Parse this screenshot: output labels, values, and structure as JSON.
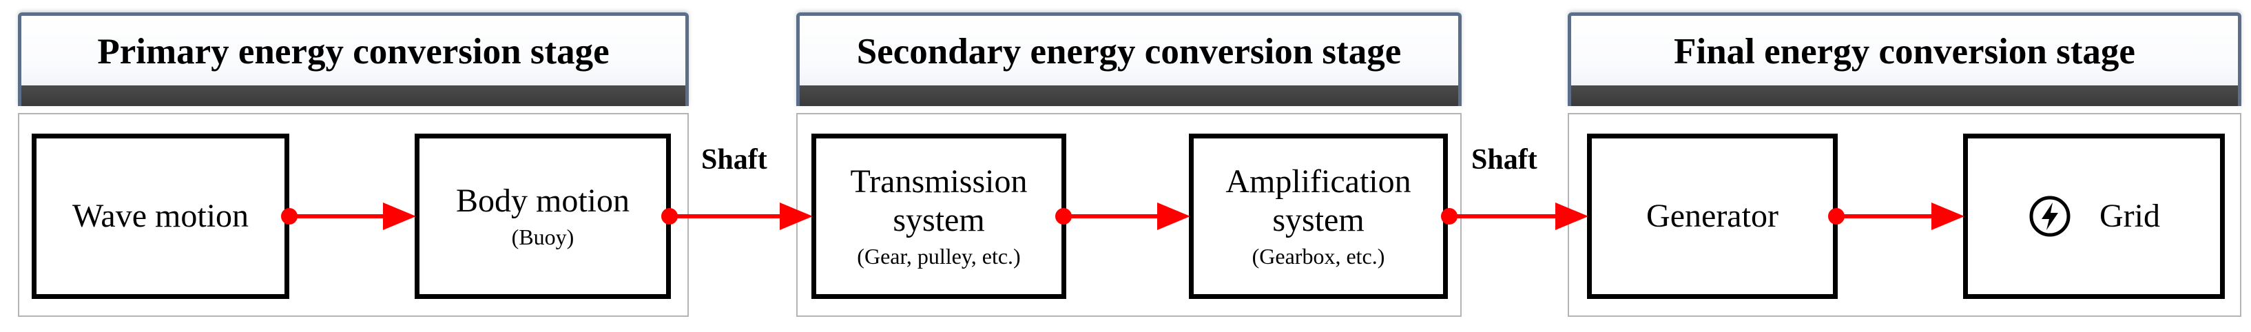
{
  "stages": [
    {
      "title": "Primary energy conversion stage",
      "blocks": [
        {
          "label": "Wave motion",
          "sub": ""
        },
        {
          "label": "Body motion",
          "sub": "(Buoy)"
        }
      ]
    },
    {
      "title": "Secondary energy conversion stage",
      "blocks": [
        {
          "label_line1": "Transmission",
          "label_line2": "system",
          "sub": "(Gear, pulley, etc.)"
        },
        {
          "label_line1": "Amplification",
          "label_line2": "system",
          "sub": "(Gearbox, etc.)"
        }
      ]
    },
    {
      "title": "Final energy conversion stage",
      "blocks": [
        {
          "label": "Generator",
          "sub": ""
        },
        {
          "label": "Grid",
          "icon": "lightning-bolt-icon"
        }
      ]
    }
  ],
  "connectors": {
    "shaft_1": "Shaft",
    "shaft_2": "Shaft"
  },
  "colors": {
    "arrow": "#ff0000",
    "header_border": "#5c6e88",
    "header_bar": "#404040",
    "panel_border": "#b4b4b4"
  }
}
